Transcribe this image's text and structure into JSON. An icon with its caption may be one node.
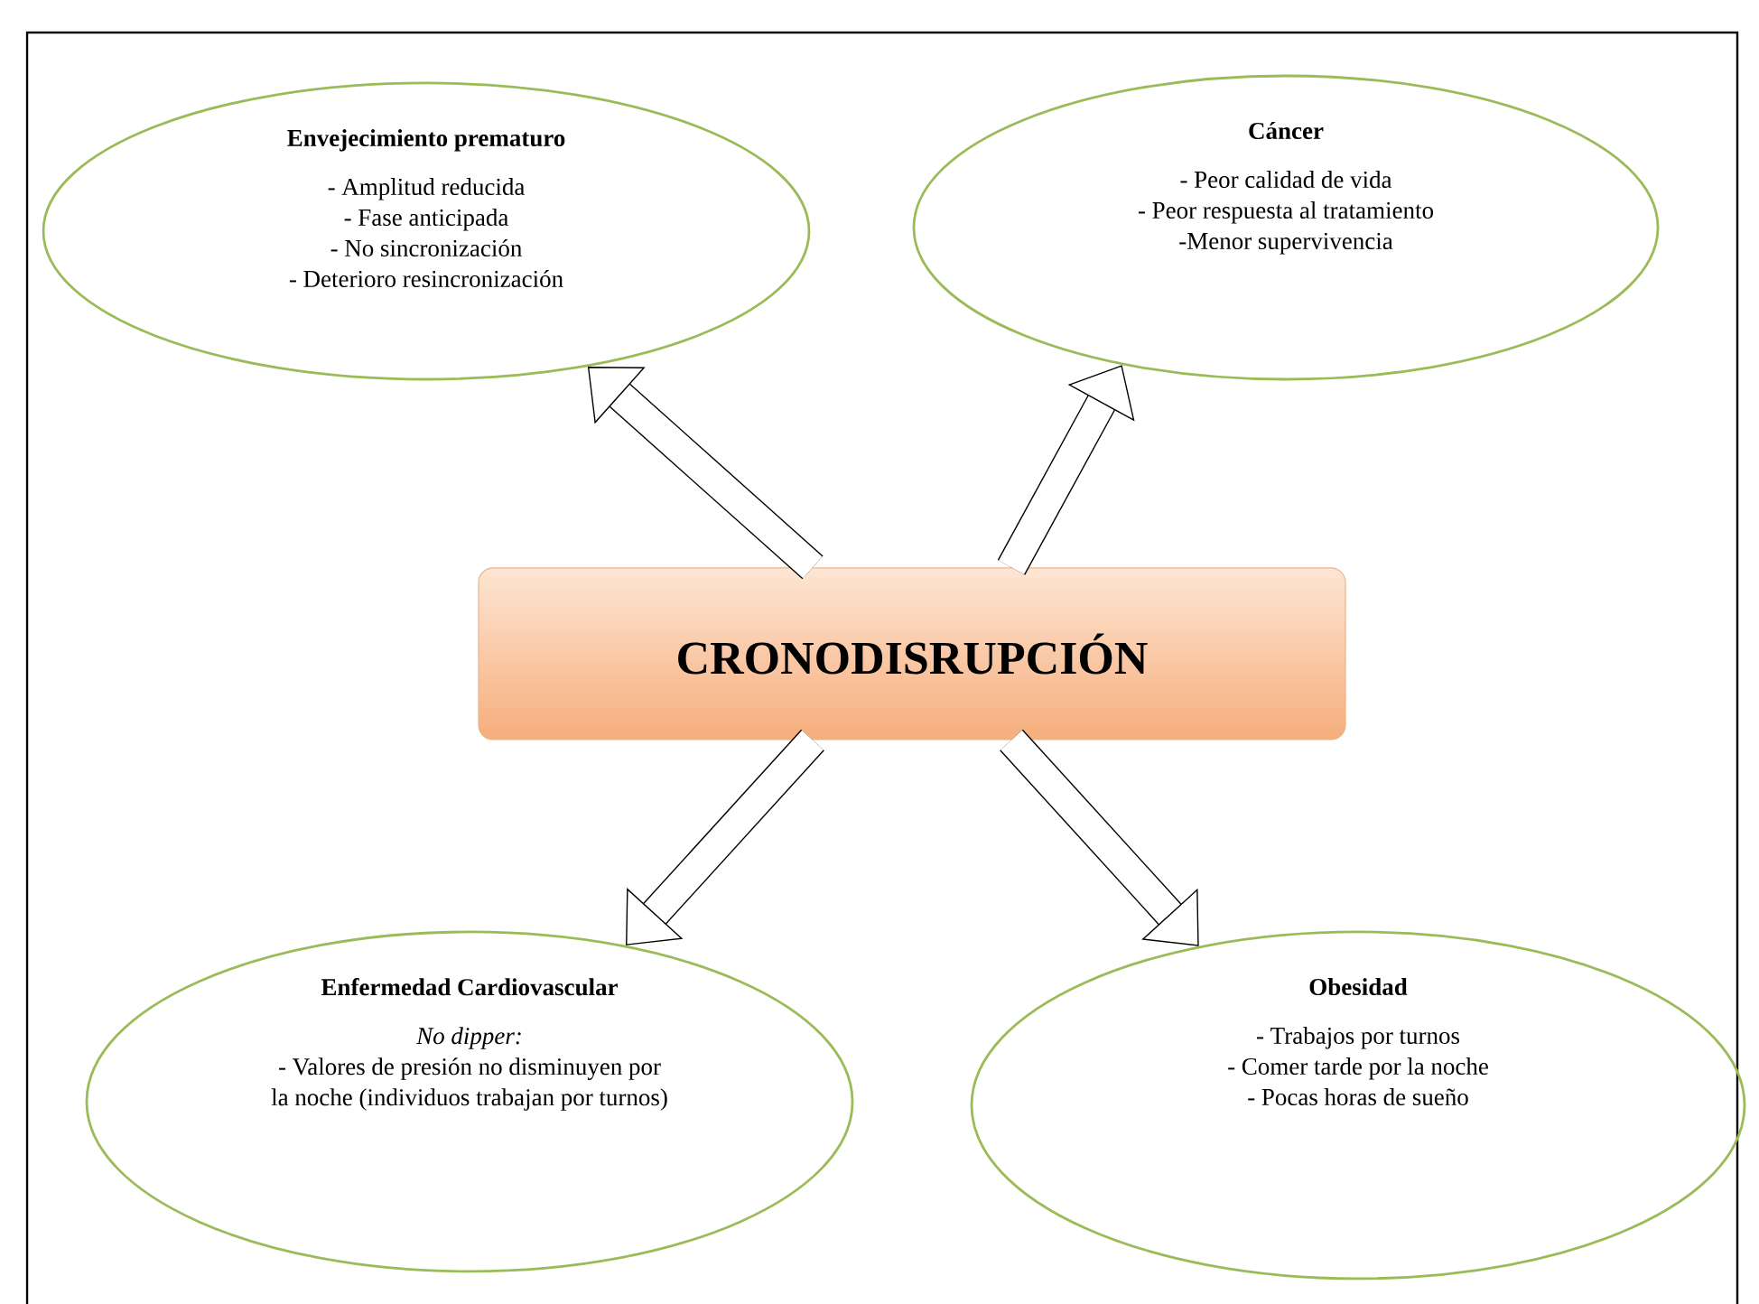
{
  "diagram": {
    "nodes": [
      {
        "text": [
          "CRONODISRUPCIÓN"
        ]
      },
      {
        "text": [
          "Envejecimiento prematuro",
          "- Amplitud reducida",
          "- Fase anticipada",
          "- No sincronización",
          "- Deterioro resincronización"
        ]
      },
      {
        "text": [
          "Cáncer",
          "- Peor calidad de vida",
          "- Peor respuesta al tratamiento",
          "-Menor supervivencia"
        ]
      },
      {
        "text": [
          "Enfermedad Cardiovascular",
          "No dipper:",
          "- Valores de presión no disminuyen por la noche (individuos trabajan por turnos)"
        ]
      },
      {
        "text": [
          "Obesidad",
          "- Trabajos por turnos",
          "- Comer tarde por la noche",
          "- Pocas horas de sueño"
        ]
      }
    ],
    "edges": [
      {
        "from": 0,
        "to": 1,
        "arrow": "to"
      },
      {
        "from": 0,
        "to": 2,
        "arrow": "to"
      },
      {
        "from": 0,
        "to": 3,
        "arrow": "to"
      },
      {
        "from": 0,
        "to": 4,
        "arrow": "to"
      }
    ]
  }
}
